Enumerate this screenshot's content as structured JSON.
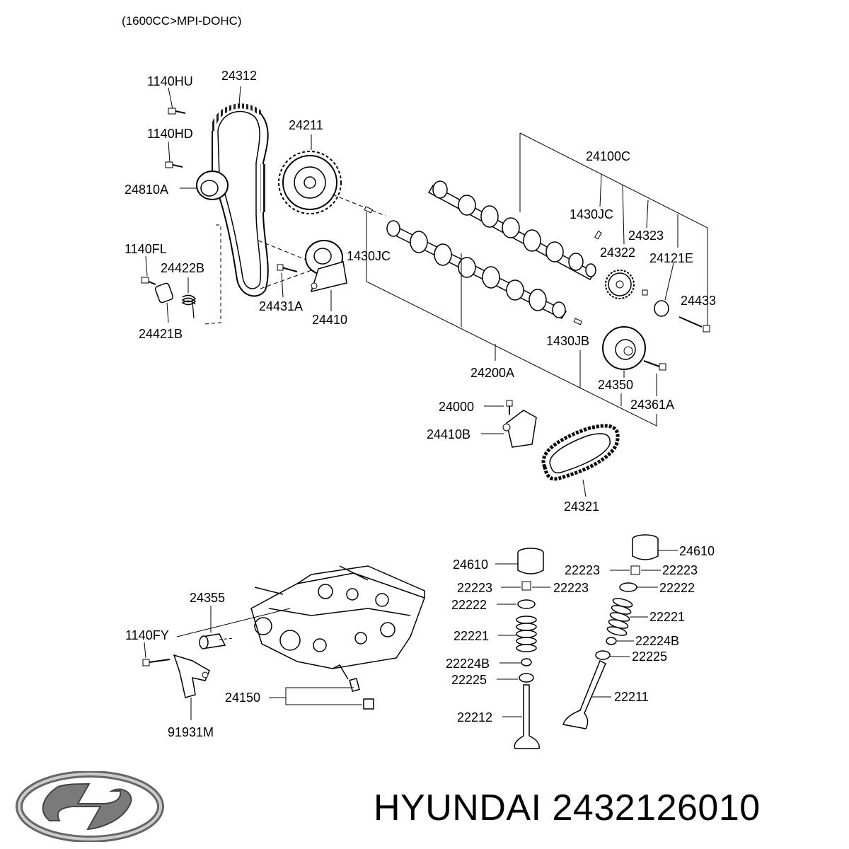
{
  "header": {
    "engine_spec": "(1600CC>MPI-DOHC)"
  },
  "callouts": {
    "c1140HU": "1140HU",
    "c24312": "24312",
    "c1140HD": "1140HD",
    "c24211": "24211",
    "c24100C": "24100C",
    "c24810A": "24810A",
    "c1430JC_a": "1430JC",
    "c24323": "24323",
    "c1140FL": "1140FL",
    "c24322": "24322",
    "c24121E": "24121E",
    "c24422B": "24422B",
    "c1430JC_b": "1430JC",
    "c24431A": "24431A",
    "c24433": "24433",
    "c24410": "24410",
    "c24421B": "24421B",
    "c1430JB": "1430JB",
    "c24200A": "24200A",
    "c24350": "24350",
    "c24000": "24000",
    "c24361A": "24361A",
    "c24410B": "24410B",
    "c24321": "24321",
    "c24610_l": "24610",
    "c24610_r": "24610",
    "c22223_l1": "22223",
    "c22223_l2": "22223",
    "c22223_r1": "22223",
    "c22223_r2": "22223",
    "c22222_l": "22222",
    "c22222_r": "22222",
    "c22221_l": "22221",
    "c22221_r": "22221",
    "c22224B_l": "22224B",
    "c22224B_r": "22224B",
    "c22225_l": "22225",
    "c22225_r": "22225",
    "c22212": "22212",
    "c22211": "22211",
    "c24355": "24355",
    "c1140FY": "1140FY",
    "c24150": "24150",
    "c91931M": "91931M"
  },
  "footer": {
    "brand": "HYUNDAI",
    "part_number": "2432126010"
  },
  "icons": {
    "logo": "hyundai-logo-icon"
  }
}
